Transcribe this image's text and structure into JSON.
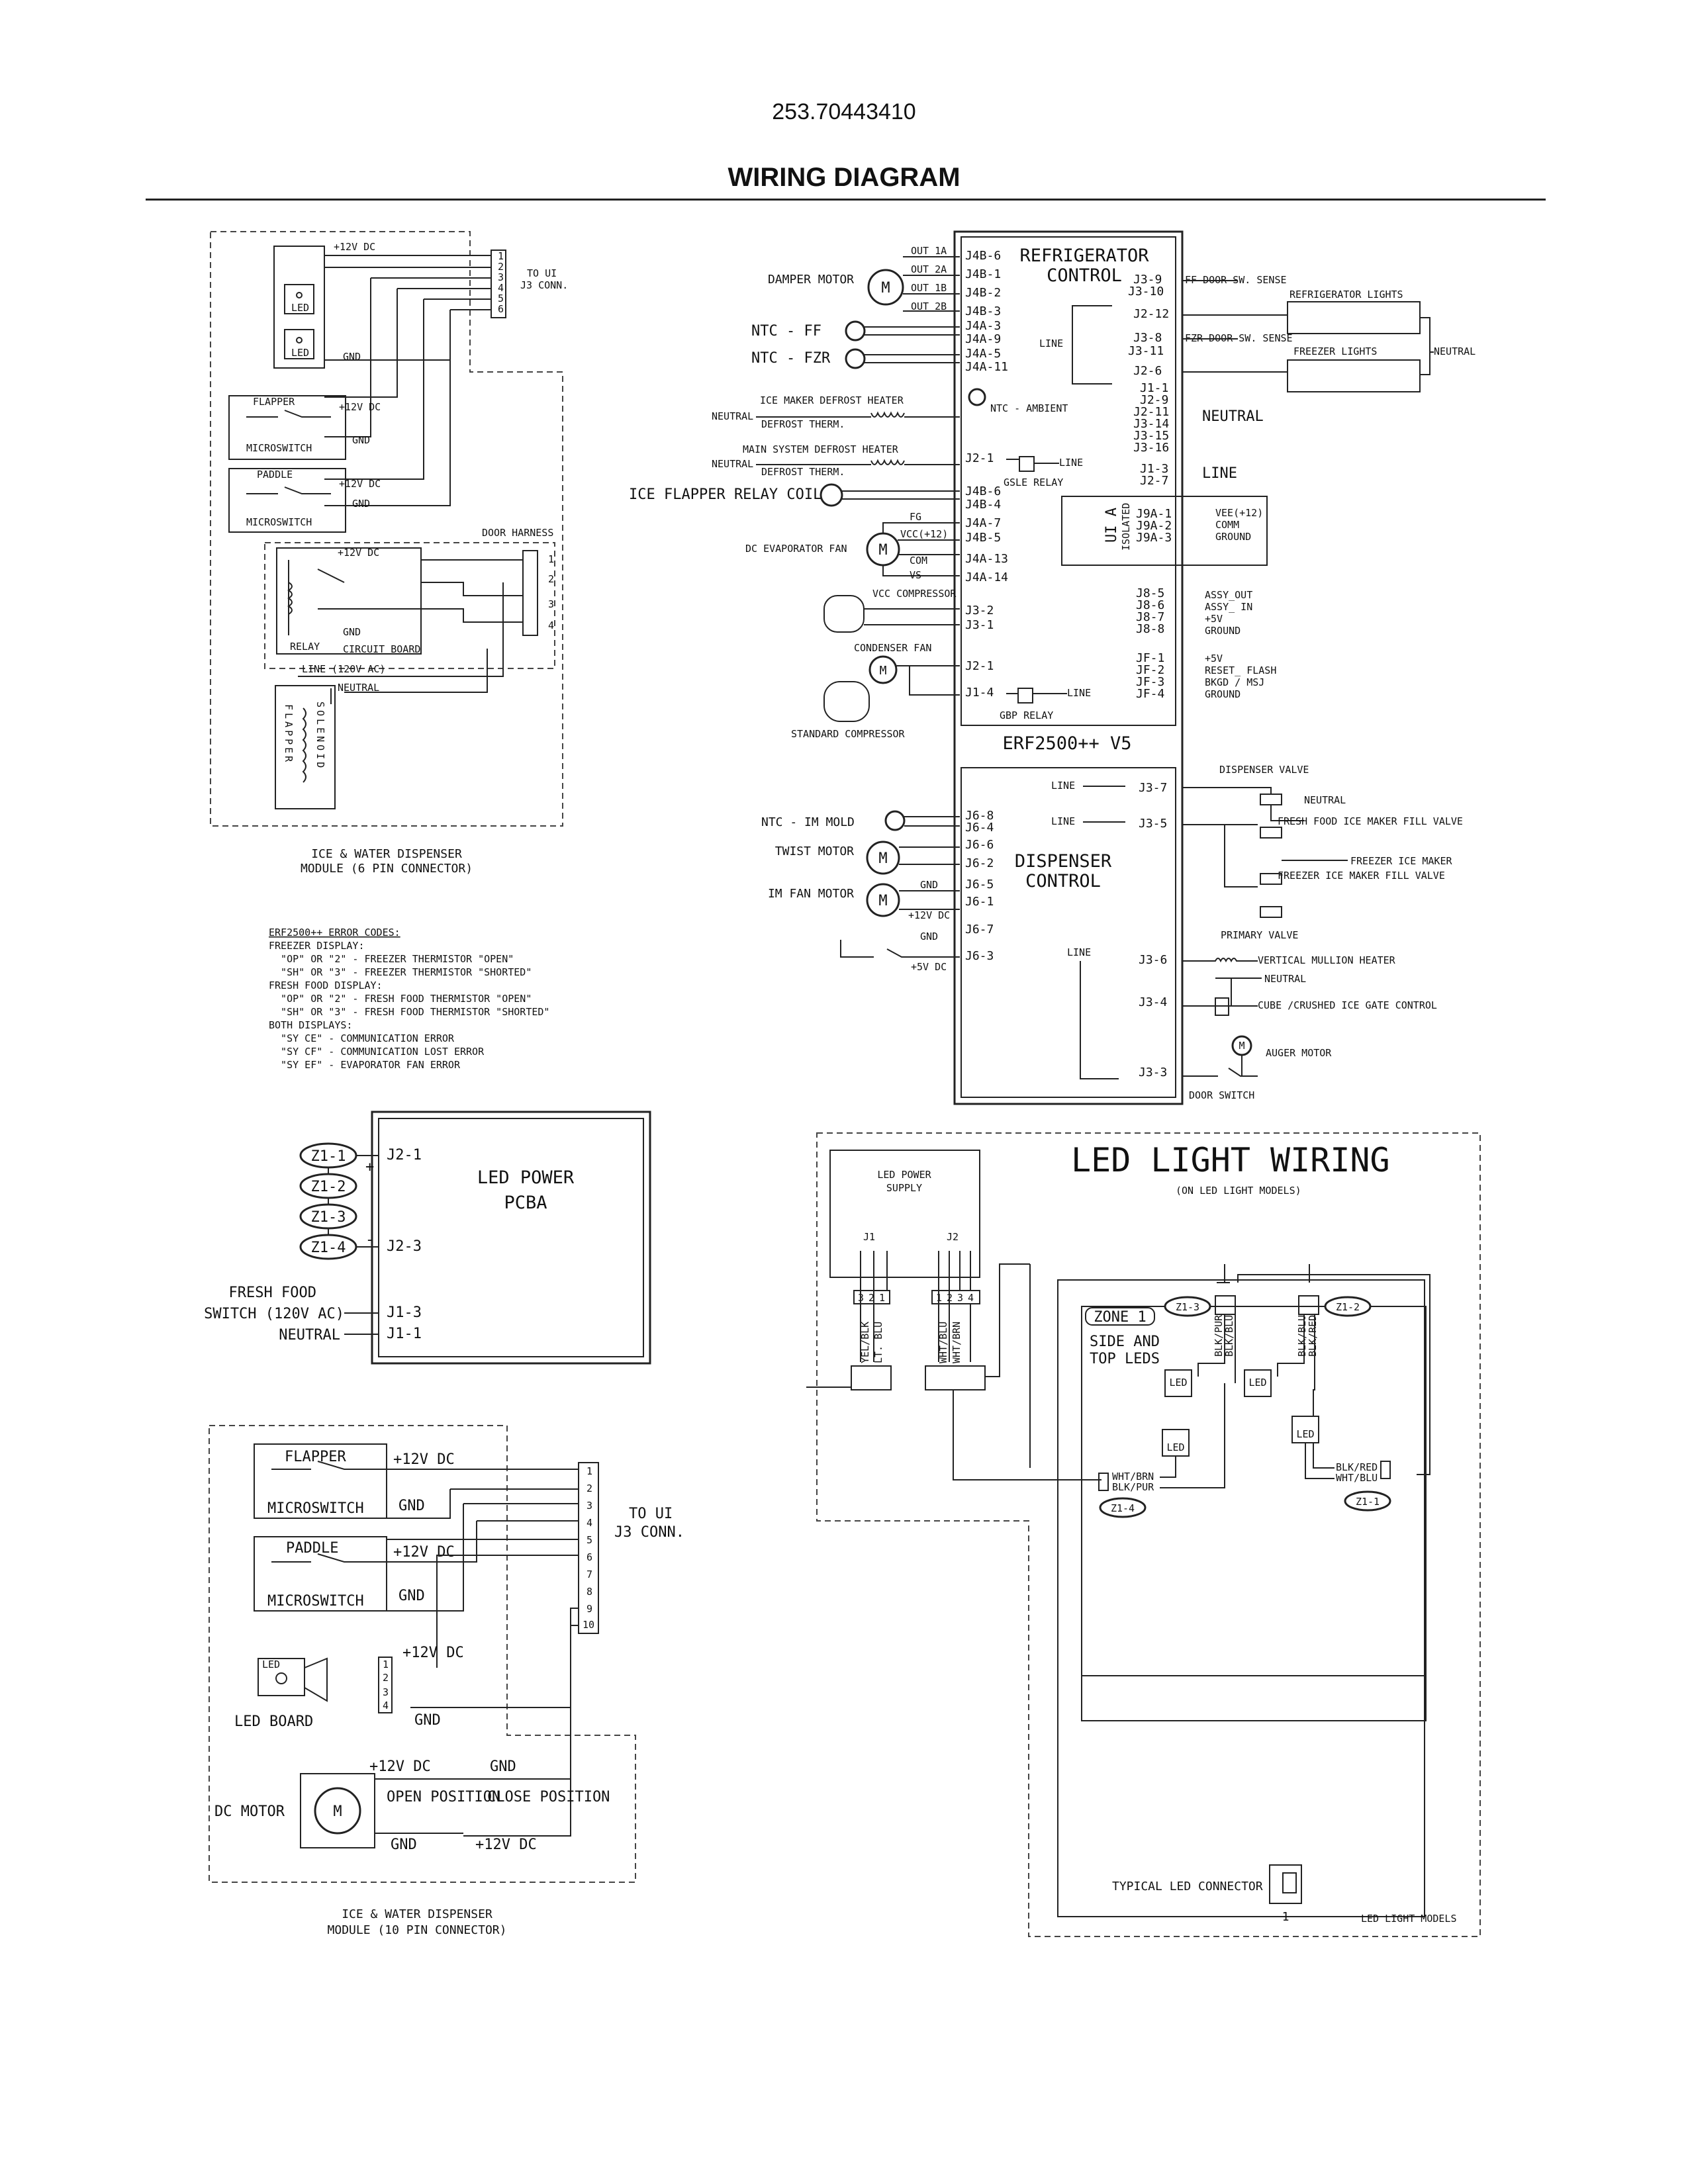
{
  "doc": {
    "id": "253.70443410",
    "title": "WIRING DIAGRAM"
  },
  "rc": {
    "title_1": "REFRIGERATOR",
    "title_2": "CONTROL",
    "model": "ERF2500++ V5",
    "left_pins": [
      "J4B-6",
      "J4B-1",
      "J4B-2",
      "J4B-3",
      "J4A-3",
      "J4A-9",
      "J4A-5",
      "J4A-11"
    ],
    "damper_outs": [
      "OUT 1A",
      "OUT 2A",
      "OUT 1B",
      "OUT 2B"
    ],
    "damper_motor": "DAMPER MOTOR",
    "ntc_ff": "NTC  - FF",
    "ntc_fzr": "NTC  - FZR",
    "ntc_ambient": "NTC  - AMBIENT",
    "ice_maker_heater": "ICE MAKER DEFROST HEATER",
    "defrost_therm": "DEFROST THERM.",
    "main_system_heater": "MAIN SYSTEM DEFROST HEATER",
    "neutral": "NEUTRAL",
    "line": "LINE",
    "j2_1": "J2-1",
    "gsle_relay": "GSLE RELAY",
    "ice_flapper_relay": "ICE FLAPPER RELAY COIL",
    "j4b_group": [
      "J4B-6",
      "J4B-4",
      "J4A-7",
      "J4B-5",
      "J4A-13",
      "J4A-14"
    ],
    "fan_pins": [
      "FG",
      "VCC(+12)",
      "COM",
      "VS"
    ],
    "dc_evap_fan": "DC EVAPORATOR FAN",
    "vcc_compressor": "VCC COMPRESSOR",
    "j3_group": [
      "J3-2",
      "J3-1"
    ],
    "condenser_fan": "CONDENSER FAN",
    "j1_4": "J1-4",
    "gbp_relay": "GBP RELAY",
    "standard_compressor": "STANDARD COMPRESSOR",
    "right_j3": [
      "J3-9",
      "J3-10"
    ],
    "ff_door_sense": "FF DOOR SW. SENSE",
    "ref_lights": "REFRIGERATOR LIGHTS",
    "j2_12": "J2-12",
    "fzr_door_sense": "FZR DOOR SW. SENSE",
    "j3_8_11": [
      "J3-8",
      "J3-11"
    ],
    "freezer_lights": "FREEZER LIGHTS",
    "j2_6": "J2-6",
    "neutral_pins": [
      "J1-1",
      "J2-9",
      "J2-11",
      "J3-14",
      "J3-15",
      "J3-16"
    ],
    "neutral_big": "NEUTRAL",
    "line_pins": [
      "J1-3",
      "J2-7"
    ],
    "line_big": "LINE",
    "ui_a": "UI A",
    "isolated": "ISOLATED",
    "j9a": [
      "J9A-1",
      "J9A-2",
      "J9A-3"
    ],
    "j9a_labels": [
      "VEE(+12)",
      "COMM",
      "GROUND"
    ],
    "j8": [
      "J8-5",
      "J8-6",
      "J8-7",
      "J8-8"
    ],
    "j8_labels": [
      "ASSY_OUT",
      "ASSY_ IN",
      "+5V",
      "GROUND"
    ],
    "jf": [
      "JF-1",
      "JF-2",
      "JF-3",
      "JF-4"
    ],
    "jf_labels": [
      "+5V",
      "RESET_ FLASH",
      "BKGD / MSJ",
      "GROUND"
    ]
  },
  "dc": {
    "title_1": "DISPENSER",
    "title_2": "CONTROL",
    "left_pins": [
      "J6-8",
      "J6-4",
      "J6-6",
      "J6-2",
      "J6-5",
      "J6-1",
      "J6-7",
      "J6-3"
    ],
    "ntc_im": "NTC - IM MOLD",
    "twist_motor": "TWIST MOTOR",
    "im_fan_motor": "IM FAN MOTOR",
    "gnd": "GND",
    "p12vdc": "+12V DC",
    "p5vdc": "+5V DC",
    "line": "LINE",
    "right_pins": [
      "J3-7",
      "J3-5",
      "J3-6",
      "J3-4",
      "J3-3"
    ],
    "dispenser_valve": "DISPENSER VALVE",
    "neutral": "NEUTRAL",
    "ff_ice_maker_valve": "FRESH FOOD ICE MAKER FILL VALVE",
    "freezer_ice_maker": "FREEZER ICE MAKER",
    "fz_ice_maker_valve": "FREEZER ICE MAKER FILL VALVE",
    "primary_valve": "PRIMARY VALVE",
    "mullion_heater": "VERTICAL MULLION HEATER",
    "gate_control": "CUBE /CRUSHED ICE GATE CONTROL",
    "auger_motor": "AUGER MOTOR",
    "door_switch": "DOOR SWITCH"
  },
  "m6": {
    "p12vdc": "+12V DC",
    "to_ui": "TO UI",
    "j3_conn": "J3 CONN.",
    "pins": [
      "1",
      "2",
      "3",
      "4",
      "5",
      "6"
    ],
    "led": "LED",
    "gnd": "GND",
    "flapper": "FLAPPER",
    "microswitch": "MICROSWITCH",
    "paddle": "PADDLE",
    "door_harness": "DOOR HARNESS",
    "harness_pins": [
      "1",
      "2",
      "3",
      "4"
    ],
    "relay": "RELAY",
    "circuit_board": "CIRCUIT BOARD",
    "line_120": "LINE (120V AC)",
    "neutral": "NEUTRAL",
    "flapper_v": "FLAPPER",
    "solenoid_v": "SOLENOID",
    "caption_1": "ICE & WATER DISPENSER",
    "caption_2": "MODULE (6 PIN CONNECTOR)"
  },
  "errors": {
    "lines": [
      "ERF2500++ ERROR CODES:",
      "FREEZER DISPLAY:",
      "  \"OP\" OR \"2\" - FREEZER THERMISTOR \"OPEN\"",
      "  \"SH\" OR \"3\" - FREEZER THERMISTOR \"SHORTED\"",
      "FRESH FOOD DISPLAY:",
      "  \"OP\" OR \"2\" - FRESH FOOD THERMISTOR \"OPEN\"",
      "  \"SH\" OR \"3\" - FRESH FOOD THERMISTOR \"SHORTED\"",
      "BOTH DISPLAYS:",
      "  \"SY CE\" - COMMUNICATION ERROR",
      "  \"SY CF\" - COMMUNICATION LOST ERROR",
      "  \"SY EF\" - EVAPORATOR FAN ERROR"
    ]
  },
  "ledpcba": {
    "title_1": "LED POWER",
    "title_2": "PCBA",
    "zones": [
      "Z1-1",
      "Z1-2",
      "Z1-3",
      "Z1-4"
    ],
    "pins": [
      "J2-1",
      "J2-3",
      "J1-3",
      "J1-1"
    ],
    "fresh_food": "FRESH FOOD",
    "switch": "SWITCH (120V AC)",
    "neutral": "NEUTRAL",
    "plus": "+",
    "minus": "-"
  },
  "m10": {
    "flapper": "FLAPPER",
    "microswitch": "MICROSWITCH",
    "paddle": "PADDLE",
    "p12vdc": "+12V DC",
    "gnd": "GND",
    "pins": [
      "1",
      "2",
      "3",
      "4",
      "5",
      "6",
      "7",
      "8",
      "9",
      "10"
    ],
    "to_ui": "TO UI",
    "j3_conn": "J3 CONN.",
    "led": "LED",
    "led_board": "LED BOARD",
    "small_pins": [
      "1",
      "2",
      "3",
      "4"
    ],
    "dc_motor": "DC MOTOR",
    "open_position": "OPEN POSITION",
    "close_position": "CLOSE POSITION",
    "caption_1": "ICE & WATER DISPENSER",
    "caption_2": "MODULE (10 PIN CONNECTOR)"
  },
  "ledw": {
    "title": "LED LIGHT WIRING",
    "subtitle": "(ON LED LIGHT MODELS)",
    "supply_1": "LED POWER",
    "supply_2": "SUPPLY",
    "j1": "J1",
    "j2": "J2",
    "j1_pins": [
      "3",
      "2",
      "1"
    ],
    "j2_pins": [
      "1",
      "2",
      "3",
      "4"
    ],
    "wires": [
      "YEL/BLK",
      "LT. BLU",
      "WHT/BLU",
      "WHT/BRN"
    ],
    "zone_1": "ZONE 1",
    "side_top_1": "SIDE AND",
    "side_top_2": "TOP LEDS",
    "z13": "Z1-3",
    "z12": "Z1-2",
    "z14": "Z1-4",
    "z11": "Z1-1",
    "blk_pur": "BLK/PUR",
    "blk_blu": "BLK/BLU",
    "blk_red": "BLK/RED",
    "wht_brn": "WHT/BRN",
    "wht_blu": "WHT/BLU",
    "led": "LED",
    "typical": "TYPICAL LED CONNECTOR",
    "one": "1",
    "models": "LED LIGHT MODELS"
  }
}
